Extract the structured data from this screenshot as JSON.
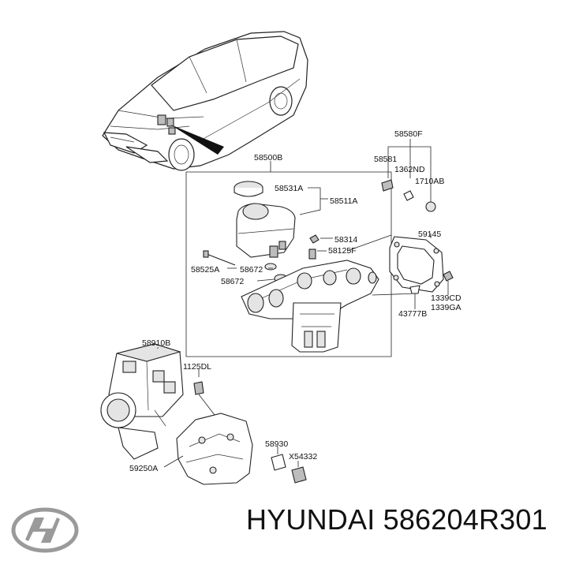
{
  "labels": {
    "l58580F": "58580F",
    "l58581": "58581",
    "l1362ND": "1362ND",
    "l1710AB": "1710AB",
    "l58500B": "58500B",
    "l58531A": "58531A",
    "l58511A": "58511A",
    "l58314": "58314",
    "l58125F": "58125F",
    "l58525A": "58525A",
    "l58672a": "58672",
    "l58672b": "58672",
    "l59145": "59145",
    "l1339CD": "1339CD",
    "l1339GA": "1339GA",
    "l43777B": "43777B",
    "l58910B": "58910B",
    "l1125DL": "1125DL",
    "l58930": "58930",
    "lX54332": "X54332",
    "l59250A": "59250A"
  },
  "caption": "HYUNDAI 586204R301",
  "logo": {
    "name": "hyundai-logo",
    "color": "#9a9a9a"
  }
}
